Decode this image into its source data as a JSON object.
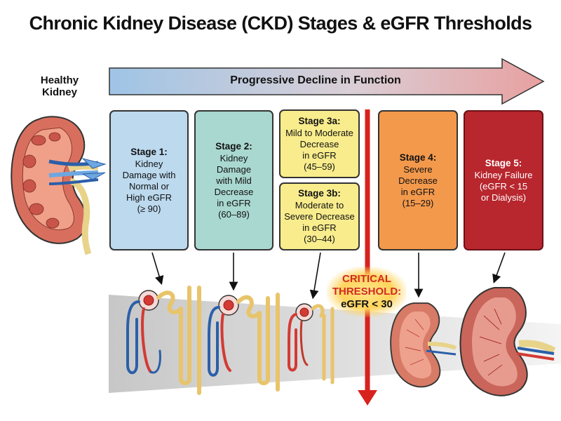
{
  "title": "Chronic Kidney Disease (CKD) Stages & eGFR Thresholds",
  "healthy_label": "Healthy\nKidney",
  "arrow_label": "Progressive Decline in Function",
  "stages": [
    {
      "name": "Stage 1:",
      "desc": "Kidney\nDamage with\nNormal or\nHigh eGFR\n(≥ 90)"
    },
    {
      "name": "Stage 2:",
      "desc": "Kidney\nDamage\nwith Mild\nDecrease\nin eGFR\n(60–89)"
    },
    {
      "name": "Stage 3a:",
      "desc": "Mild to Moderate\nDecrease\nin eGFR\n(45–59)"
    },
    {
      "name": "Stage 3b:",
      "desc": "Moderate to\nSevere Decrease\nin eGFR\n(30–44)"
    },
    {
      "name": "Stage 4:",
      "desc": "Severe\nDecrease\nin eGFR\n(15–29)"
    },
    {
      "name": "Stage 5:",
      "desc": "Kidney Failure\n(eGFR < 15\nor Dialysis)"
    }
  ],
  "critical": {
    "line1": "CRITICAL",
    "line2": "THRESHOLD:",
    "line3": "eGFR < 30"
  },
  "colors": {
    "stage1": "#bcd9ee",
    "stage2": "#a9d8d0",
    "stage3": "#f8ec8c",
    "stage4": "#f3994c",
    "stage5": "#b8262e",
    "threshold_line": "#d8221e"
  }
}
